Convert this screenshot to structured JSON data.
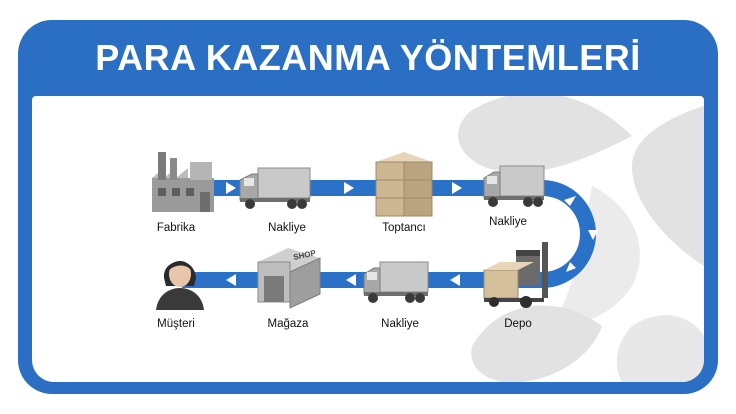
{
  "header": {
    "title": "PARA KAZANMA YÖNTEMLERİ"
  },
  "colors": {
    "frame": "#2a6fc4",
    "flow": "#2a72c8",
    "arrow": "#ffffff",
    "watermark": "#e2e2e2"
  },
  "flow": {
    "top_row": [
      {
        "label": "Fabrika",
        "icon": "factory-icon"
      },
      {
        "label": "Nakliye",
        "icon": "truck-icon"
      },
      {
        "label": "Toptancı",
        "icon": "boxes-icon"
      },
      {
        "label": "Nakliye",
        "icon": "truck-icon"
      }
    ],
    "bottom_row": [
      {
        "label": "Müşteri",
        "icon": "customer-icon"
      },
      {
        "label": "Mağaza",
        "icon": "shop-icon"
      },
      {
        "label": "Nakliye",
        "icon": "truck-icon"
      },
      {
        "label": "Depo",
        "icon": "forklift-icon"
      }
    ],
    "shop_sign": "SHOP"
  }
}
